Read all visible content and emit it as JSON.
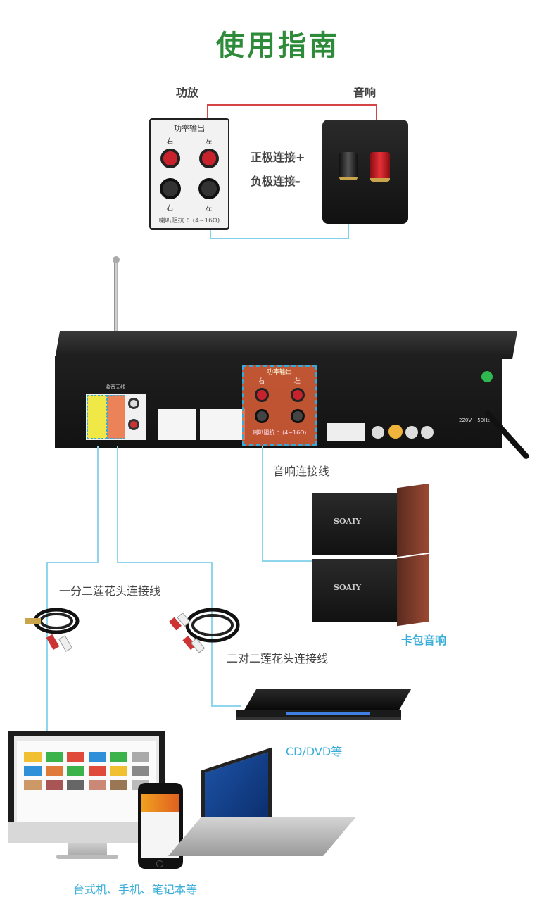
{
  "page": {
    "title": "使用指南"
  },
  "top": {
    "amp_label": "功放",
    "speaker_label": "音响",
    "positive_text": "正极连接+",
    "negative_text": "负极连接-",
    "amp_panel": {
      "header": "功率输出",
      "right_top": "右",
      "left_top": "左",
      "right_bottom": "右",
      "left_bottom": "左",
      "impedance": "喇叭阻抗 ：(4~16Ω)"
    }
  },
  "amplifier": {
    "antenna_label": "收音天线",
    "output_header": "功率输出",
    "output_right": "右",
    "output_left": "左",
    "output_impedance": "喇叭阻抗 ：(4~16Ω)",
    "power_label": "220V~ 50Hz"
  },
  "connections": {
    "speaker_cable": "音响连接线",
    "y_cable": "一分二莲花头连接线",
    "dual_cable": "二对二莲花头连接线",
    "speaker_name": "卡包音响",
    "speaker_brand": "SOAIY",
    "dvd_name": "CD/DVD等",
    "devices_name": "台式机、手机、笔记本等"
  },
  "colors": {
    "title": "#2e8b3a",
    "accent_blue": "#3aaed8",
    "wire_red": "#d64545",
    "wire_blue": "#7fd0e8"
  }
}
